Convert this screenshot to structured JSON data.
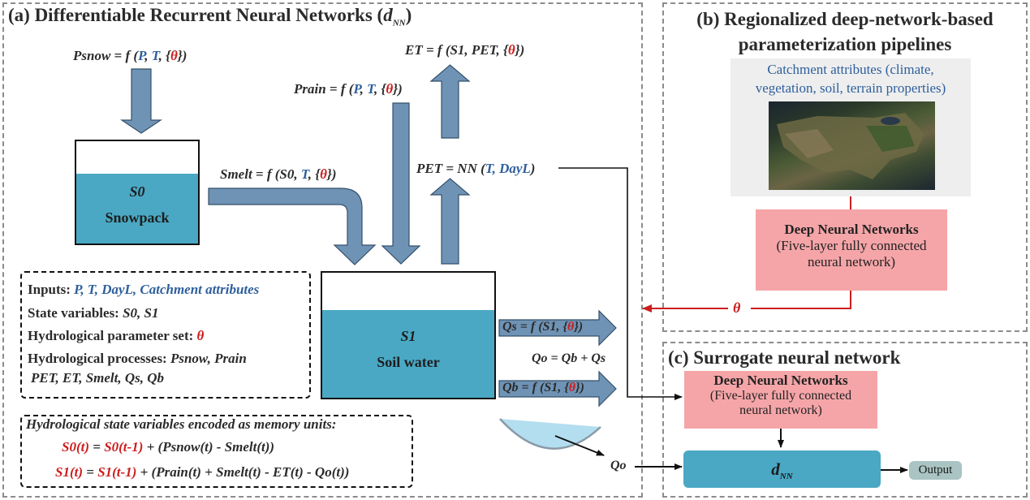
{
  "panel_a": {
    "title": "(a) Differentiable Recurrent Neural Networks (",
    "title_sym": "d",
    "title_sub": "NN",
    "title_close": ")"
  },
  "psnow": {
    "lhs": "Psnow = f (",
    "P": "P",
    "sep1": ", ",
    "T": "T",
    "sep2": ", {",
    "theta": "θ",
    "end": "})"
  },
  "prain": {
    "lhs": "Prain = f (",
    "P": "P",
    "sep1": ", ",
    "T": "T",
    "sep2": ", {",
    "theta": "θ",
    "end": "})"
  },
  "et": {
    "lhs": "ET = f (S1, PET, {",
    "theta": "θ",
    "end": "})"
  },
  "smelt": {
    "lhs": "Smelt = f (S0, ",
    "T": "T",
    "sep": ", {",
    "theta": "θ",
    "end": "})"
  },
  "pet": {
    "lhs": "PET = NN (",
    "args": "T, DayL",
    "end": ")"
  },
  "snow_tank": {
    "state": "S0",
    "name": "Snowpack"
  },
  "soil_tank": {
    "state": "S1",
    "name": "Soil water"
  },
  "qs": {
    "lhs": "Qs = f (S1, {",
    "theta": "θ",
    "end": "})"
  },
  "qb": {
    "lhs": "Qb = f (S1, {",
    "theta": "θ",
    "end": "})"
  },
  "qo_eq": "Qo = Qb + Qs",
  "qo_label": "Qo",
  "legend": {
    "inputs_label": "Inputs: ",
    "inputs_value": "P, T, DayL, Catchment attributes",
    "state_label": "State variables: ",
    "state_value": "S0, S1",
    "param_label": "Hydrological parameter set: ",
    "param_value": "θ",
    "proc_label": "Hydrological processes: ",
    "proc_value1": "Psnow, Prain",
    "proc_value2": "PET, ET, Smelt, Qs, Qb"
  },
  "memory": {
    "title": "Hydrological state variables encoded as memory units:",
    "eq1_red": "S0(t)",
    "eq1_mid": " = ",
    "eq1_red2": "S0(t-1)",
    "eq1_rest": " + (Psnow(t)  - Smelt(t))",
    "eq2_red": "S1(t)",
    "eq2_mid": " = ",
    "eq2_red2": "S1(t-1)",
    "eq2_rest": " + (Prain(t)  + Smelt(t) - ET(t) - Qo(t))"
  },
  "panel_b": {
    "title_line1": "(b) Regionalized deep-network-based",
    "title_line2": "parameterization pipelines",
    "attr_line1": "Catchment attributes (climate,",
    "attr_line2": "vegetation, soil, terrain properties)",
    "dnn_title": "Deep Neural Networks",
    "dnn_line1": "(Five-layer fully connected",
    "dnn_line2": "neural network)",
    "theta_label": "θ"
  },
  "panel_c": {
    "title": "(c) Surrogate neural network",
    "dnn_title": "Deep Neural Networks",
    "dnn_line1": "(Five-layer fully connected",
    "dnn_line2": "neural network)",
    "dnn_sym": "d",
    "dnn_sub": "NN",
    "output": "Output"
  },
  "colors": {
    "arrow_fill": "#6f93b5",
    "water": "#4aa8c4",
    "pink": "#f5a5a8",
    "dnn_box": "#4aa8c4",
    "output_box": "#a9c4c2",
    "red": "#cc1e1e",
    "blue": "#2e5f9c"
  }
}
